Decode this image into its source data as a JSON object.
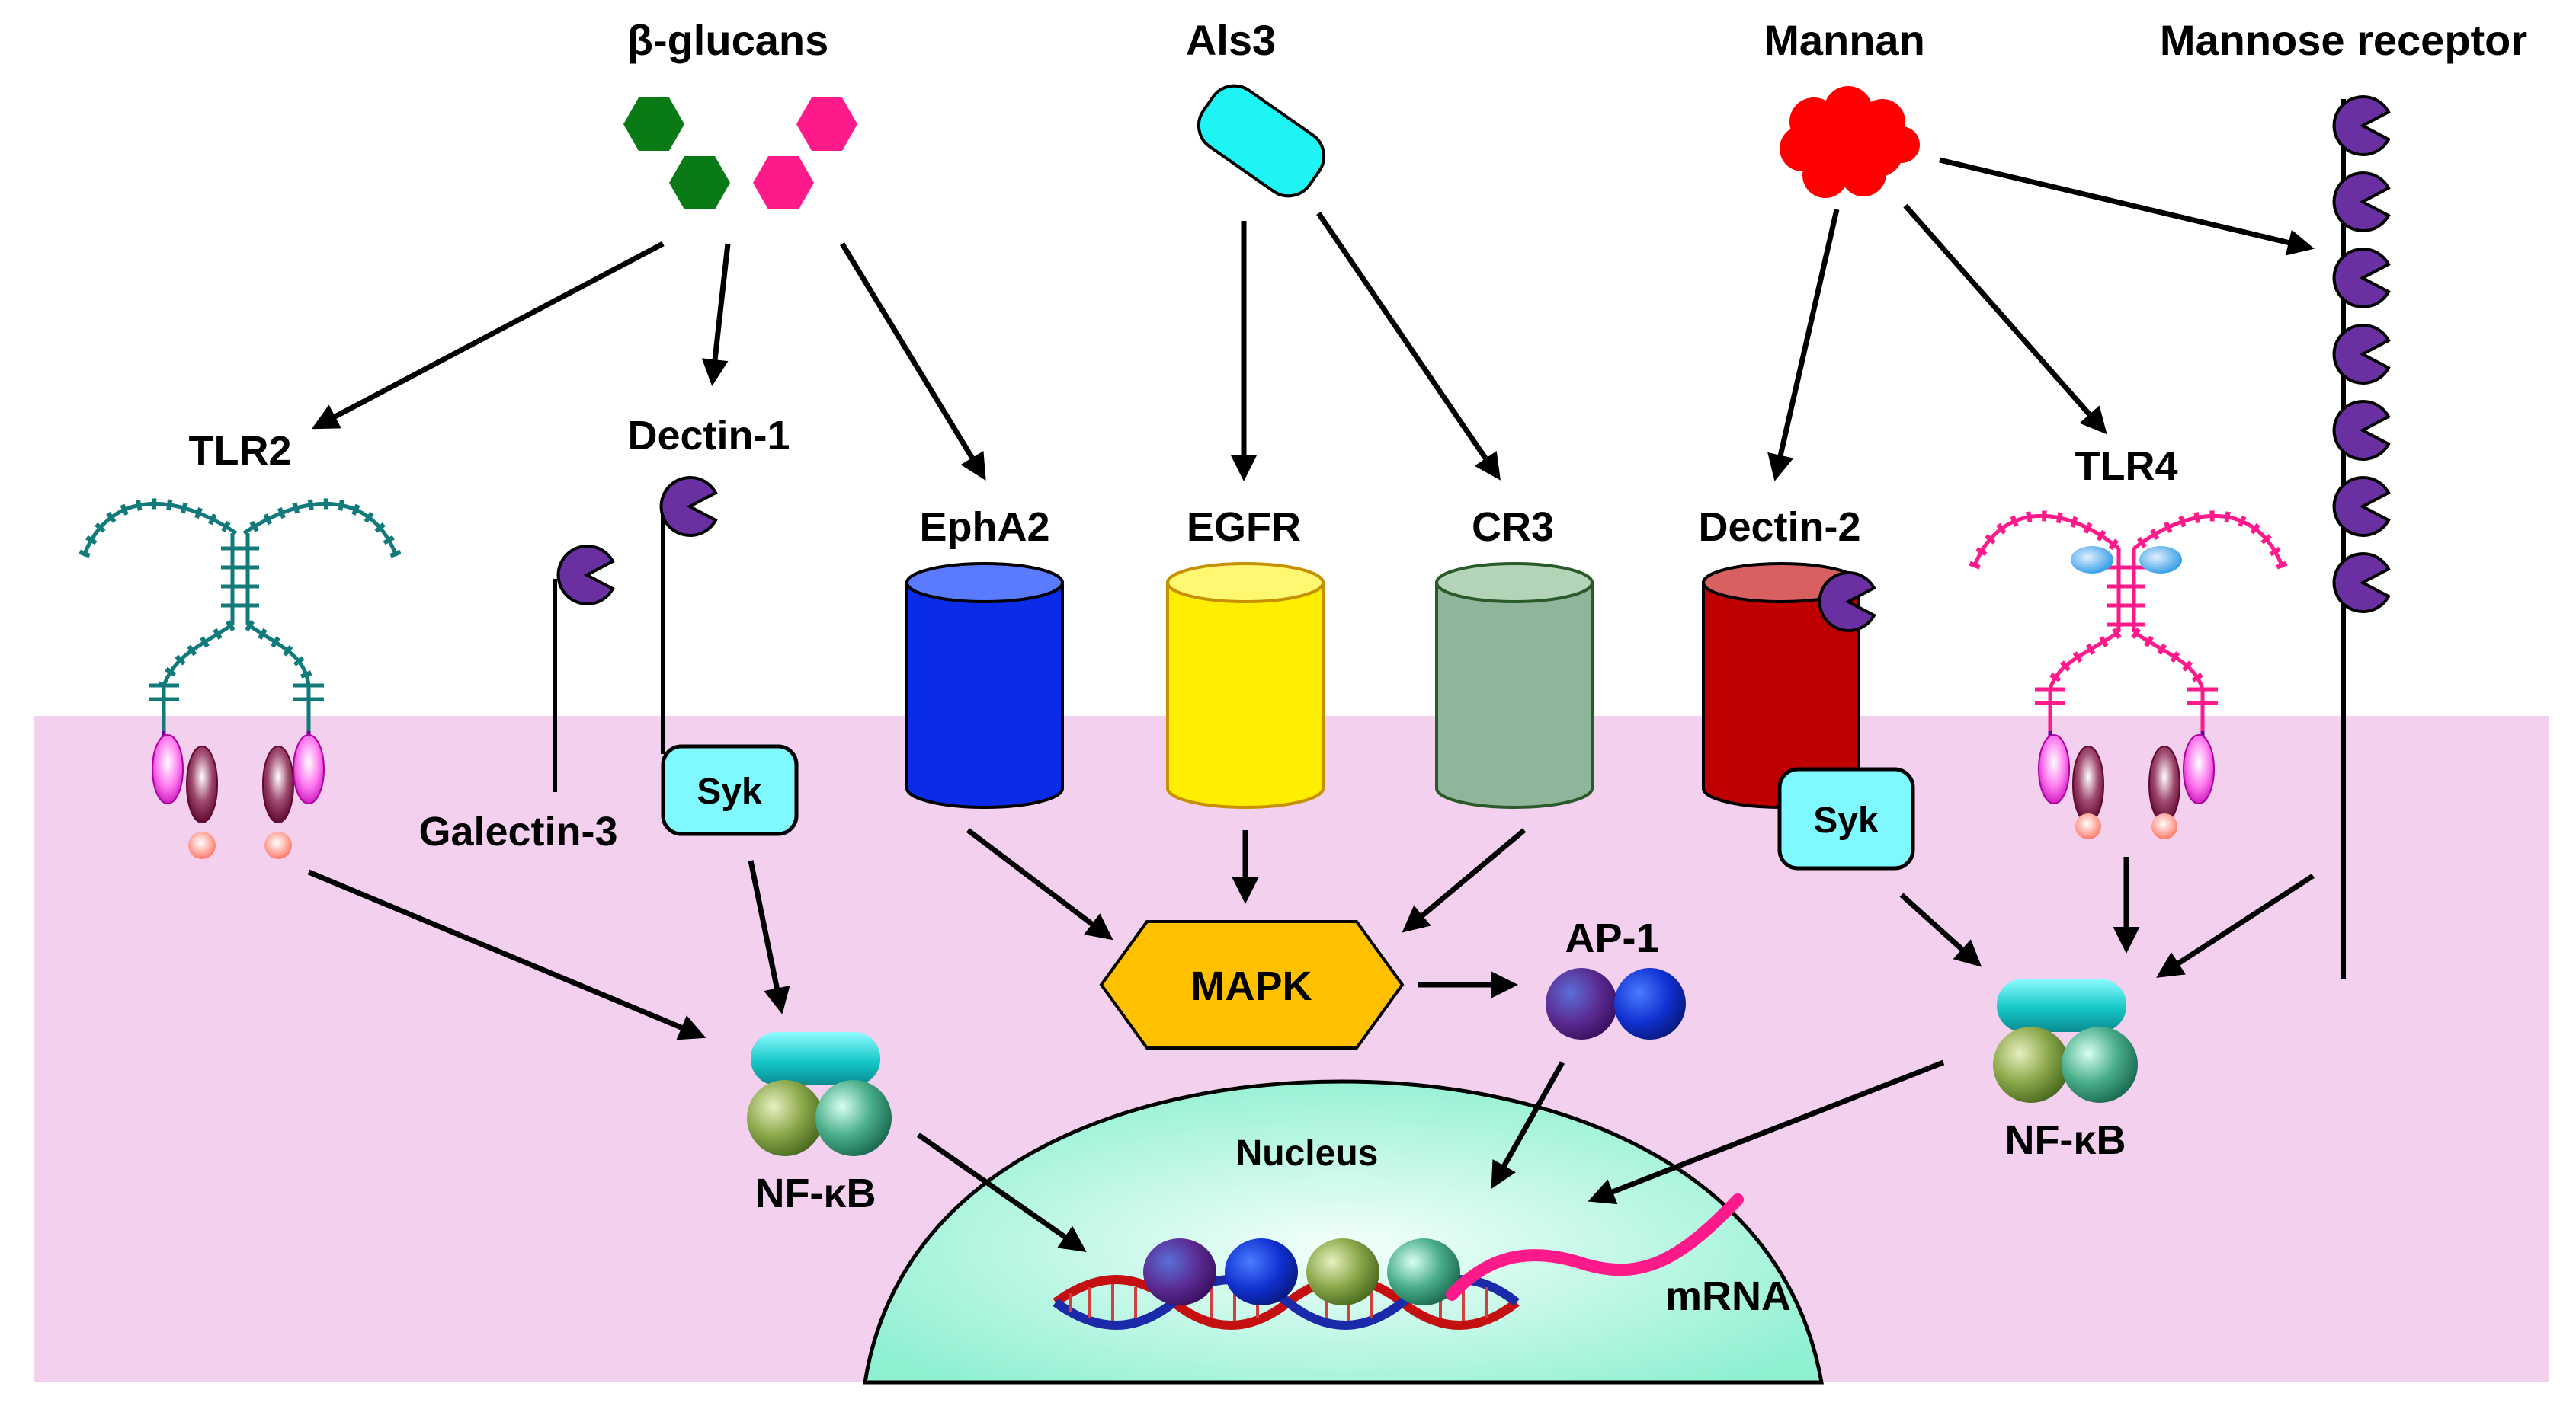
{
  "ligands": {
    "beta_glucans": "β-glucans",
    "als3": "Als3",
    "mannan": "Mannan",
    "mannose_receptor": "Mannose receptor"
  },
  "receptors": {
    "tlr2": "TLR2",
    "dectin1": "Dectin-1",
    "galectin3": "Galectin-3",
    "epha2": "EphA2",
    "egfr": "EGFR",
    "cr3": "CR3",
    "dectin2": "Dectin-2",
    "tlr4": "TLR4"
  },
  "signaling": {
    "syk_left": "Syk",
    "syk_right": "Syk",
    "mapk": "MAPK",
    "ap1": "AP-1",
    "nfkb_left": "NF-κB",
    "nfkb_right": "NF-κB"
  },
  "nucleus": {
    "label": "Nucleus",
    "mrna": "mRNA"
  },
  "colors": {
    "cytoplasm": "#f2d0ee",
    "nucleus": "#9ff2d8",
    "epha2": "#0a2be8",
    "egfr": "#ffee00",
    "cr3": "#8fb59a",
    "dectin2": "#c00000",
    "mapk": "#ffc000",
    "syk": "#7ff8ff",
    "tlr2": "#127a7a",
    "tlr4": "#ff1a8c",
    "lectin_domain": "#6a2fa0",
    "mannan": "#ff0000",
    "als3": "#1ff4f4",
    "glucan_green": "#0a7a16",
    "glucan_pink": "#ff1a8c"
  }
}
